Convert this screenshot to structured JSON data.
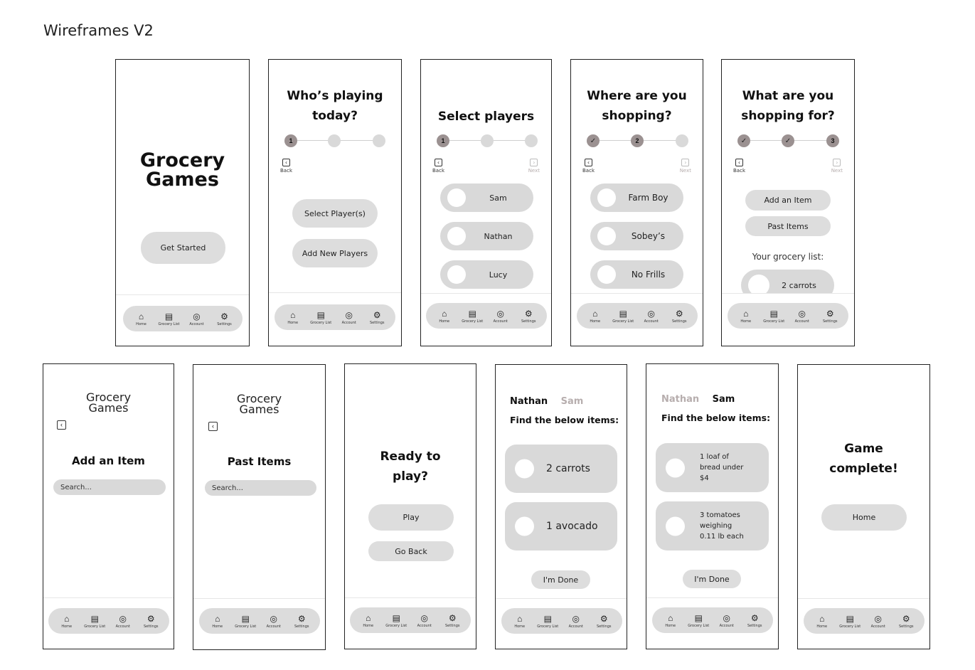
{
  "page": {
    "title": "Wireframes V2"
  },
  "tabbar": [
    {
      "icon": "⌂",
      "label": "Home"
    },
    {
      "icon": "▤",
      "label": "Grocery List"
    },
    {
      "icon": "◎",
      "label": "Account"
    },
    {
      "icon": "⚙",
      "label": "Settings"
    }
  ],
  "nav": {
    "back": "Back",
    "next": "Next",
    "back_glyph": "‹",
    "next_glyph": "›"
  },
  "check": "✓",
  "f1": {
    "title_line1": "Grocery",
    "title_line2": "Games",
    "button": "Get Started"
  },
  "f2": {
    "title_line1": "Who’s playing",
    "title_line2": "today?",
    "steps": [
      "1",
      "",
      ""
    ],
    "buttons": [
      "Select Player(s)",
      "Add New Players"
    ]
  },
  "f3": {
    "title": "Select players",
    "steps": [
      "1",
      "",
      ""
    ],
    "players": [
      "Sam",
      "Nathan",
      "Lucy"
    ]
  },
  "f4": {
    "title_line1": "Where are you",
    "title_line2": "shopping?",
    "steps": [
      "✓",
      "2",
      ""
    ],
    "stores": [
      "Farm Boy",
      "Sobey’s",
      "No Frills"
    ]
  },
  "f5": {
    "title_line1": "What are you",
    "title_line2": "shopping for?",
    "steps": [
      "✓",
      "✓",
      "3"
    ],
    "buttons": [
      "Add an Item",
      "Past Items"
    ],
    "list_label": "Your grocery list:",
    "list_items": [
      "2 carrots"
    ]
  },
  "f6": {
    "brand_line1": "Grocery",
    "brand_line2": "Games",
    "heading": "Add an Item",
    "search_placeholder": "Search..."
  },
  "f7": {
    "brand_line1": "Grocery",
    "brand_line2": "Games",
    "heading": "Past Items",
    "search_placeholder": "Search..."
  },
  "f8": {
    "title_line1": "Ready to",
    "title_line2": "play?",
    "buttons": [
      "Play",
      "Go Back"
    ]
  },
  "f9": {
    "player_active": "Nathan",
    "player_inactive": "Sam",
    "subtitle": "Find the below items:",
    "items": [
      "2 carrots",
      "1 avocado"
    ],
    "done": "I'm Done"
  },
  "f10": {
    "player_inactive": "Nathan",
    "player_active": "Sam",
    "subtitle": "Find the below items:",
    "items": [
      "1 loaf of bread under $4",
      "3 tomatoes weighing 0.11 lb each"
    ],
    "done": "I'm Done"
  },
  "f11": {
    "title_line1": "Game",
    "title_line2": "complete!",
    "button": "Home"
  }
}
